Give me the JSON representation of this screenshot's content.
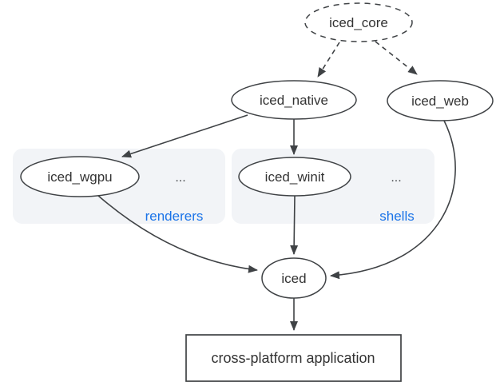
{
  "diagram": {
    "nodes": {
      "iced_core": {
        "label": "iced_core"
      },
      "iced_native": {
        "label": "iced_native"
      },
      "iced_web": {
        "label": "iced_web"
      },
      "iced_wgpu": {
        "label": "iced_wgpu"
      },
      "iced_winit": {
        "label": "iced_winit"
      },
      "iced": {
        "label": "iced"
      },
      "application": {
        "label": "cross-platform application"
      }
    },
    "groups": {
      "renderers": {
        "label": "renderers",
        "more": "..."
      },
      "shells": {
        "label": "shells",
        "more": "..."
      }
    },
    "colors": {
      "stroke": "#3f4245",
      "text": "#333333",
      "group_label": "#1a73e8",
      "group_bg": "#f2f4f7",
      "canvas_bg": "#ffffff"
    }
  }
}
